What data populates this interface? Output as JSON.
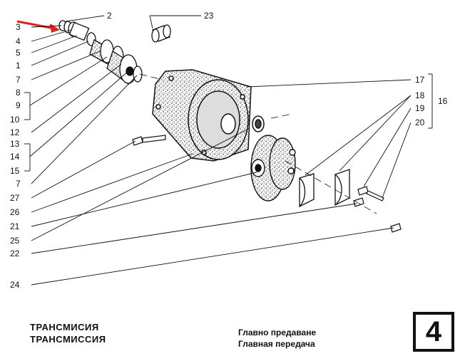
{
  "diagram": {
    "callouts": {
      "c1": "1",
      "c2": "2",
      "c3": "3",
      "c4": "4",
      "c5": "5",
      "c7a": "7",
      "c7b": "7",
      "c8": "8",
      "c9": "9",
      "c10": "10",
      "c12": "12",
      "c13": "13",
      "c14": "14",
      "c15": "15",
      "c16": "16",
      "c17": "17",
      "c18": "18",
      "c19": "19",
      "c20": "20",
      "c21": "21",
      "c22": "22",
      "c23": "23",
      "c24": "24",
      "c25": "25",
      "c26": "26",
      "c27": "27"
    },
    "highlight_color": "#e0201e"
  },
  "footer": {
    "title_bg": "ТРАНСМИСИЯ",
    "title_ru": "ТРАНСМИССИЯ",
    "subtitle_bg": "Главно предаване",
    "subtitle_ru": "Главная передача",
    "page_number": "4"
  }
}
